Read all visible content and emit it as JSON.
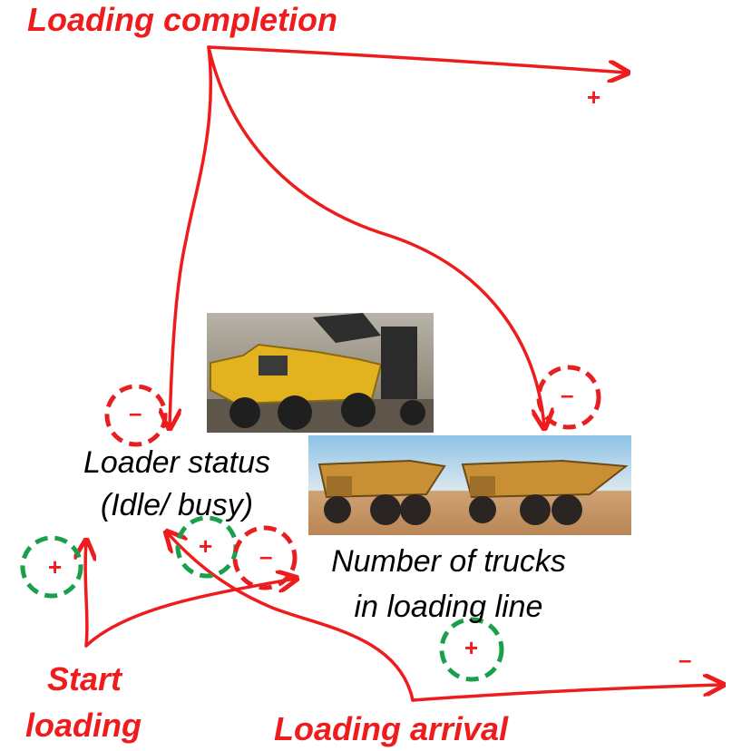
{
  "events": {
    "loading_completion": "Loading completion",
    "start_loading_line1": "Start",
    "start_loading_line2": "loading",
    "loading_arrival": "Loading arrival"
  },
  "variables": {
    "loader_status_line1": "Loader status",
    "loader_status_line2": "(Idle/ busy)",
    "trucks_line1": "Number of trucks",
    "trucks_line2": "in loading line"
  },
  "signs": {
    "plus": "+",
    "minus": "–"
  },
  "images": {
    "loader_photo": "loader-loading-truck-image",
    "truck_photo": "dump-truck-image"
  },
  "colors": {
    "edge_red": "#ee1c1c",
    "circle_red": "#e62020",
    "circle_green": "#1aa04a"
  }
}
